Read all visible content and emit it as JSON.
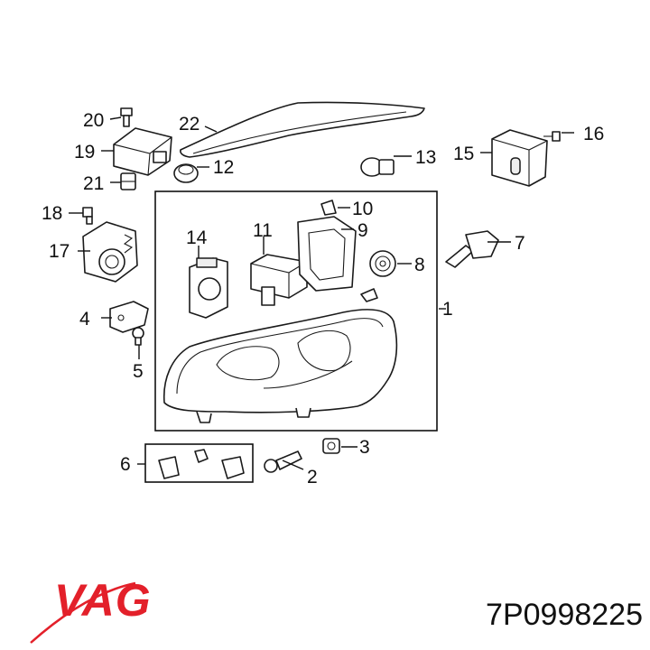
{
  "callouts": [
    {
      "id": "c1",
      "text": "1"
    },
    {
      "id": "c2",
      "text": "2"
    },
    {
      "id": "c3",
      "text": "3"
    },
    {
      "id": "c4",
      "text": "4"
    },
    {
      "id": "c5",
      "text": "5"
    },
    {
      "id": "c6",
      "text": "6"
    },
    {
      "id": "c7",
      "text": "7"
    },
    {
      "id": "c8",
      "text": "8"
    },
    {
      "id": "c9",
      "text": "9"
    },
    {
      "id": "c10",
      "text": "10"
    },
    {
      "id": "c11",
      "text": "11"
    },
    {
      "id": "c12",
      "text": "12"
    },
    {
      "id": "c13",
      "text": "13"
    },
    {
      "id": "c14",
      "text": "14"
    },
    {
      "id": "c15",
      "text": "15"
    },
    {
      "id": "c16",
      "text": "16"
    },
    {
      "id": "c17",
      "text": "17"
    },
    {
      "id": "c18",
      "text": "18"
    },
    {
      "id": "c19",
      "text": "19"
    },
    {
      "id": "c20",
      "text": "20"
    },
    {
      "id": "c21",
      "text": "21"
    },
    {
      "id": "c22",
      "text": "22"
    }
  ],
  "brand": {
    "name": "VAG",
    "color": "#e3202a"
  },
  "part_number": "7P0998225"
}
